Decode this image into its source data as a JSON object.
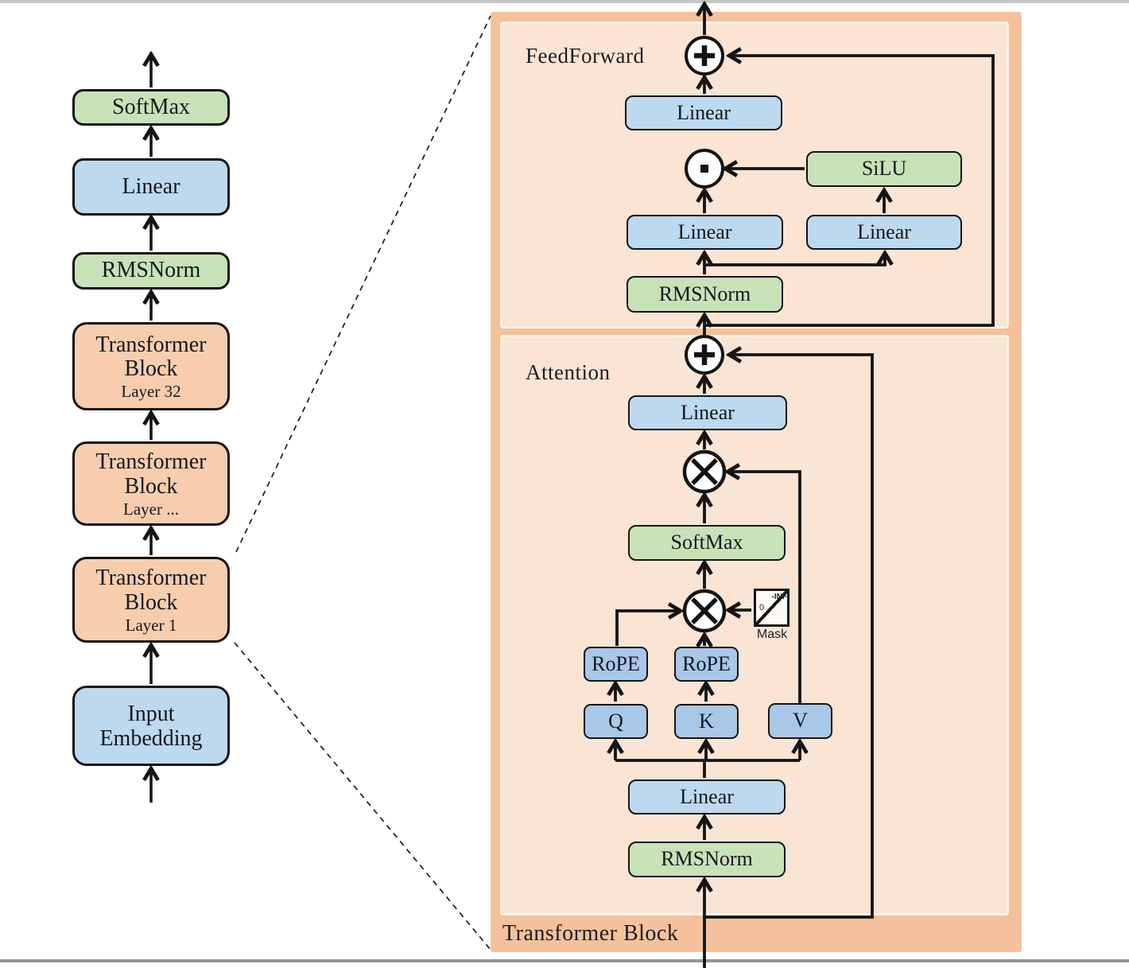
{
  "left_stack": {
    "softmax": "SoftMax",
    "linear": "Linear",
    "rmsnorm": "RMSNorm",
    "block_top": {
      "l1": "Transformer",
      "l2": "Block",
      "l3": "Layer 32"
    },
    "block_mid": {
      "l1": "Transformer",
      "l2": "Block",
      "l3": "Layer ..."
    },
    "block_bottom": {
      "l1": "Transformer",
      "l2": "Block",
      "l3": "Layer 1"
    },
    "input_embedding": {
      "l1": "Input",
      "l2": "Embedding"
    }
  },
  "block_panel": {
    "title": "Transformer Block",
    "feedforward": {
      "label": "FeedForward",
      "linear_out": "Linear",
      "silu": "SiLU",
      "linear_gate": "Linear",
      "linear_up": "Linear",
      "rmsnorm": "RMSNorm"
    },
    "attention": {
      "label": "Attention",
      "linear_out": "Linear",
      "softmax": "SoftMax",
      "mask": {
        "label": "Mask",
        "upper": "-INF",
        "lower": "0"
      },
      "rope_q": "RoPE",
      "rope_k": "RoPE",
      "q": "Q",
      "k": "K",
      "v": "V",
      "linear_qkv": "Linear",
      "rmsnorm": "RMSNorm"
    }
  },
  "colors": {
    "box_blue": "#bdd9ef",
    "box_blue_dark": "#a9c7e7",
    "box_green": "#c8e2b8",
    "box_orange": "#f8cdae",
    "panel_outer": "#f4c19c",
    "panel_inner": "#fae4d4",
    "line": "#141414"
  }
}
